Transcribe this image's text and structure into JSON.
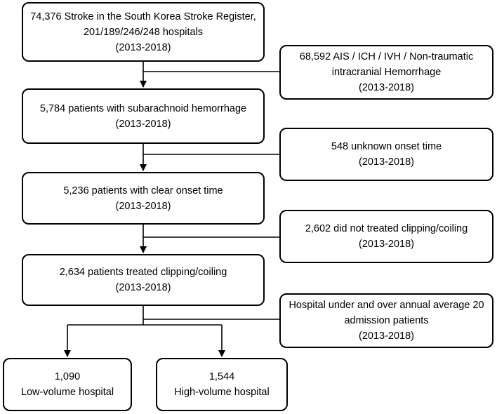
{
  "flow": {
    "registry": {
      "line1": "74,376 Stroke in the South Korea Stroke Register,",
      "line2": "201/189/246/248 hospitals",
      "line3": "(2013-2018)"
    },
    "exclusion1": {
      "line1": "68,592 AIS / ICH / IVH / Non-traumatic",
      "line2": "intracranial Hemorrhage",
      "line3": "(2013-2018)"
    },
    "sah": {
      "line1": "5,784 patients with subarachnoid hemorrhage",
      "line2": "(2013-2018)"
    },
    "exclusion2": {
      "line1": "548 unknown onset time",
      "line2": "(2013-2018)"
    },
    "onset": {
      "line1": "5,236 patients with clear onset time",
      "line2": "(2013-2018)"
    },
    "exclusion3": {
      "line1": "2,602 did not treated clipping/coiling",
      "line2": "(2013-2018)"
    },
    "treated": {
      "line1": "2,634 patients treated clipping/coiling",
      "line2": "(2013-2018)"
    },
    "split_criteria": {
      "line1": "Hospital under and over annual average 20",
      "line2": "admission patients",
      "line3": "(2013-2018)"
    },
    "low_volume": {
      "count": "1,090",
      "label": "Low-volume hospital"
    },
    "high_volume": {
      "count": "1,544",
      "label": "High-volume hospital"
    }
  }
}
